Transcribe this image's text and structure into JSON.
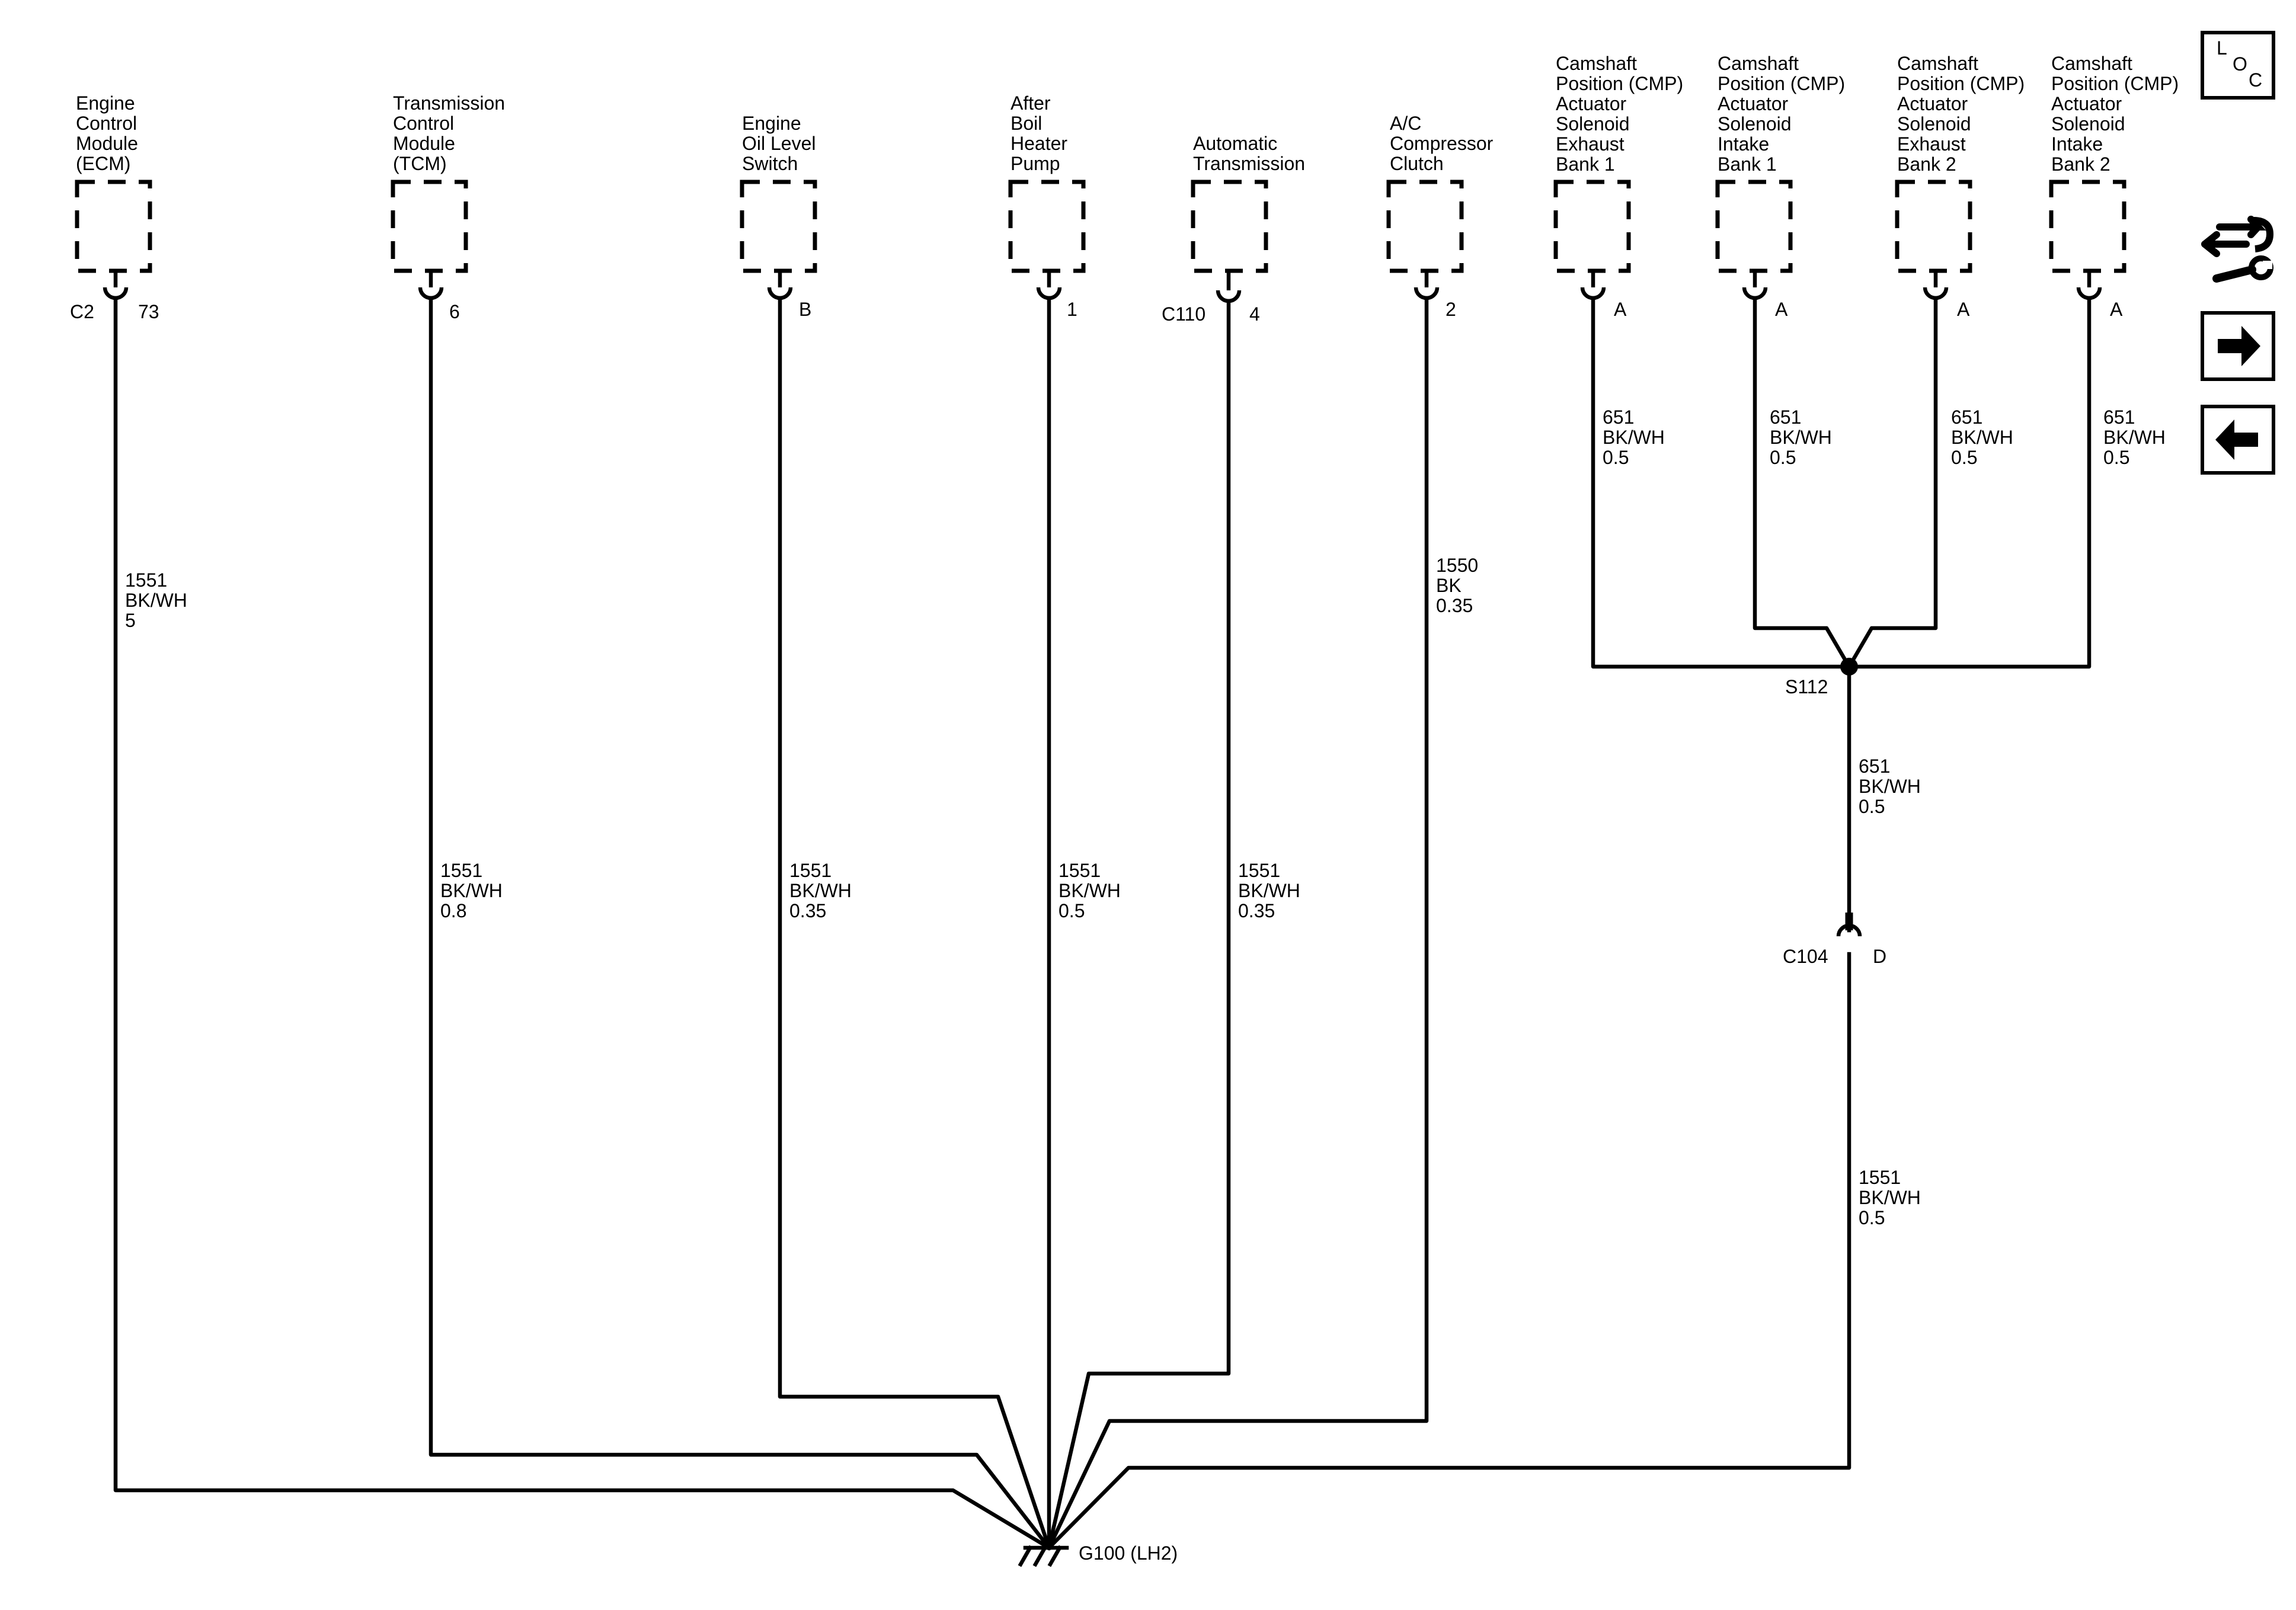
{
  "components": [
    {
      "id": "ecm",
      "lines": [
        "Engine",
        "Control",
        "Module",
        "(ECM)"
      ],
      "connector": "C2",
      "pin": "73",
      "wire": {
        "circuit": "1551",
        "color": "BK/WH",
        "size": "5"
      }
    },
    {
      "id": "tcm",
      "lines": [
        "Transmission",
        "Control",
        "Module",
        "(TCM)"
      ],
      "connector": "",
      "pin": "6",
      "wire": {
        "circuit": "1551",
        "color": "BK/WH",
        "size": "0.8"
      }
    },
    {
      "id": "oil",
      "lines": [
        "Engine",
        "Oil Level",
        "Switch"
      ],
      "connector": "",
      "pin": "B",
      "wire": {
        "circuit": "1551",
        "color": "BK/WH",
        "size": "0.35"
      }
    },
    {
      "id": "pump",
      "lines": [
        "After",
        "Boil",
        "Heater",
        "Pump"
      ],
      "connector": "",
      "pin": "1",
      "wire": {
        "circuit": "1551",
        "color": "BK/WH",
        "size": "0.5"
      }
    },
    {
      "id": "trans",
      "lines": [
        "Automatic",
        "Transmission"
      ],
      "connector": "C110",
      "pin": "4",
      "wire": {
        "circuit": "1551",
        "color": "BK/WH",
        "size": "0.35"
      }
    },
    {
      "id": "ac",
      "lines": [
        "A/C",
        "Compressor",
        "Clutch"
      ],
      "connector": "",
      "pin": "2",
      "wire": {
        "circuit": "1550",
        "color": "BK",
        "size": "0.35"
      }
    },
    {
      "id": "cmp-ex1",
      "lines": [
        "Camshaft",
        "Position (CMP)",
        "Actuator",
        "Solenoid",
        "Exhaust",
        "Bank 1"
      ],
      "connector": "",
      "pin": "A",
      "wire": {
        "circuit": "651",
        "color": "BK/WH",
        "size": "0.5"
      }
    },
    {
      "id": "cmp-in1",
      "lines": [
        "Camshaft",
        "Position (CMP)",
        "Actuator",
        "Solenoid",
        "Intake",
        "Bank 1"
      ],
      "connector": "",
      "pin": "A",
      "wire": {
        "circuit": "651",
        "color": "BK/WH",
        "size": "0.5"
      }
    },
    {
      "id": "cmp-ex2",
      "lines": [
        "Camshaft",
        "Position (CMP)",
        "Actuator",
        "Solenoid",
        "Exhaust",
        "Bank 2"
      ],
      "connector": "",
      "pin": "A",
      "wire": {
        "circuit": "651",
        "color": "BK/WH",
        "size": "0.5"
      }
    },
    {
      "id": "cmp-in2",
      "lines": [
        "Camshaft",
        "Position (CMP)",
        "Actuator",
        "Solenoid",
        "Intake",
        "Bank 2"
      ],
      "connector": "",
      "pin": "A",
      "wire": {
        "circuit": "651",
        "color": "BK/WH",
        "size": "0.5"
      }
    }
  ],
  "splice": {
    "label": "S112",
    "wire": {
      "circuit": "651",
      "color": "BK/WH",
      "size": "0.5"
    }
  },
  "inline_connector": {
    "label": "C104",
    "pin": "D",
    "wire": {
      "circuit": "1551",
      "color": "BK/WH",
      "size": "0.5"
    }
  },
  "ground": {
    "label": "G100 (LH2)"
  },
  "nav": {
    "loc_letters": [
      "L",
      "O",
      "C"
    ],
    "icons": [
      "loc-icon",
      "wrench-arrows-icon",
      "next-arrow-icon",
      "previous-arrow-icon"
    ]
  }
}
